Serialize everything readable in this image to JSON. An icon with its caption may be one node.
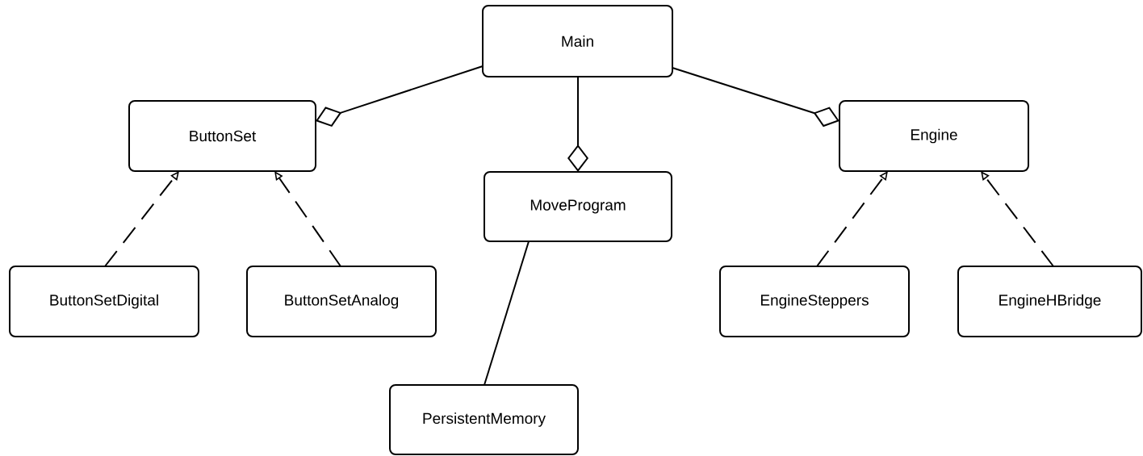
{
  "diagram": {
    "nodes": [
      {
        "text": [
          "Main"
        ]
      },
      {
        "text": [
          "ButtonSet"
        ]
      },
      {
        "text": [
          "MoveProgram"
        ]
      },
      {
        "text": [
          "Engine"
        ]
      },
      {
        "text": [
          "ButtonSetDigital"
        ]
      },
      {
        "text": [
          "ButtonSetAnalog"
        ]
      },
      {
        "text": [
          "EngineSteppers"
        ]
      },
      {
        "text": [
          "EngineHBridge"
        ]
      },
      {
        "text": [
          "PersistentMemory"
        ]
      }
    ],
    "edges": [
      {
        "from": 0,
        "to": 1,
        "arrow": "other"
      },
      {
        "from": 0,
        "to": 2,
        "arrow": "other"
      },
      {
        "from": 0,
        "to": 3,
        "arrow": "other"
      },
      {
        "from": 4,
        "to": 1,
        "arrow": "to",
        "style": "dashed"
      },
      {
        "from": 5,
        "to": 1,
        "arrow": "to",
        "style": "dashed"
      },
      {
        "from": 6,
        "to": 3,
        "arrow": "to",
        "style": "dashed"
      },
      {
        "from": 7,
        "to": 3,
        "arrow": "to",
        "style": "dashed"
      },
      {
        "from": 2,
        "to": 8,
        "arrow": "none"
      }
    ]
  }
}
